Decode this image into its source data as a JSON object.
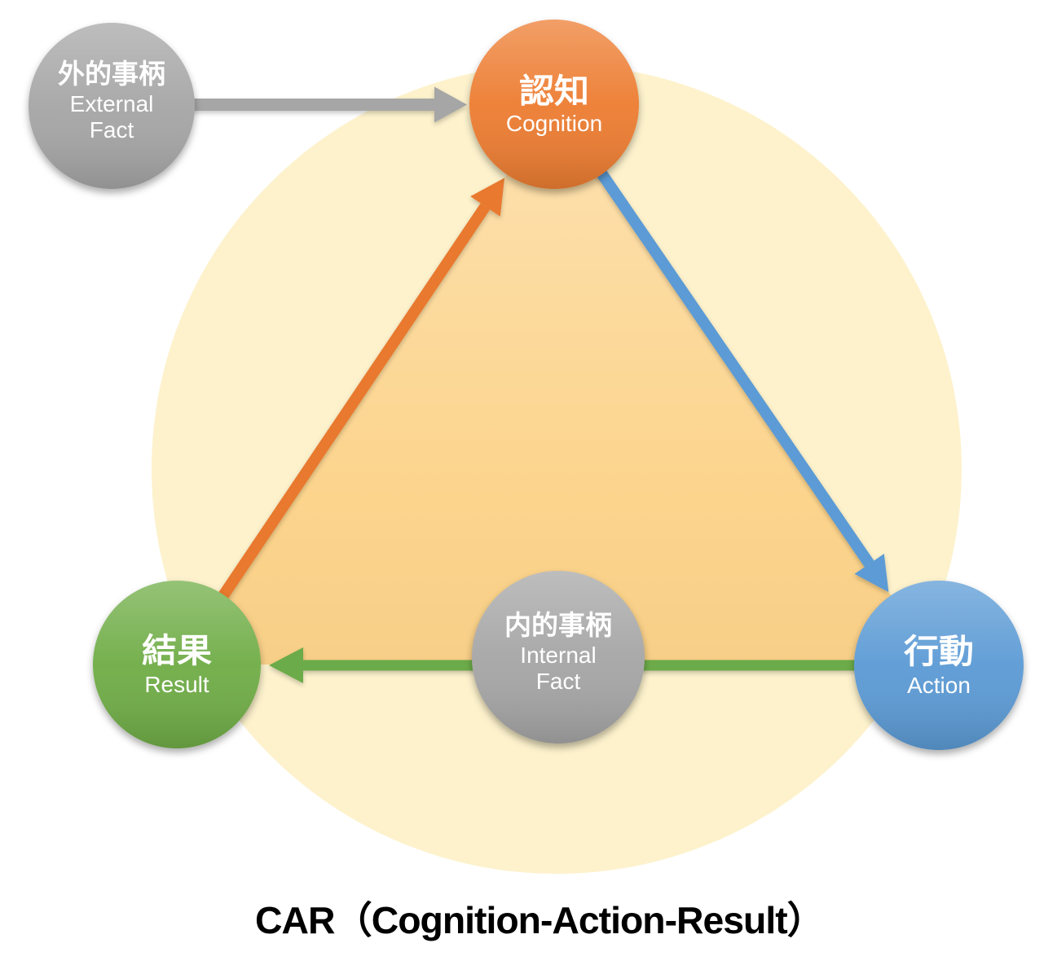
{
  "title": {
    "text": "CAR（Cognition-Action-Result）"
  },
  "nodes": {
    "cognition": {
      "jp": "認知",
      "en": "Cognition",
      "color": "#ED7D31"
    },
    "action": {
      "jp": "行動",
      "en": "Action",
      "color": "#5B9BD5"
    },
    "result": {
      "jp": "結果",
      "en": "Result",
      "color": "#70AD47"
    },
    "external_fact": {
      "jp": "外的事柄",
      "en_line1": "External",
      "en_line2": "Fact",
      "color": "#A6A6A6"
    },
    "internal_fact": {
      "jp": "内的事柄",
      "en_line1": "Internal",
      "en_line2": "Fact",
      "color": "#A6A6A6"
    }
  },
  "arrows": {
    "external_fact_to_cognition": {
      "color": "#A6A6A6"
    },
    "result_to_cognition": {
      "color": "#E8792F"
    },
    "cognition_to_action": {
      "color": "#5B9BD5"
    },
    "action_to_result": {
      "color": "#6CAB49"
    }
  },
  "colors": {
    "background_circle": "#FDF2CC",
    "triangle_base": "#FCD38A",
    "node_text": "#FFFFFF",
    "title_text": "#000000"
  }
}
